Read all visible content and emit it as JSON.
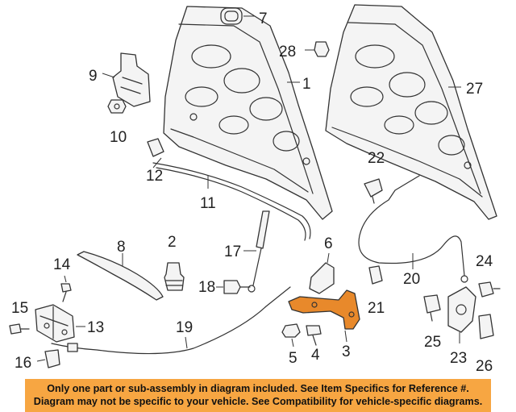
{
  "diagram": {
    "callouts": {
      "c1": "1",
      "c2": "2",
      "c3": "3",
      "c4": "4",
      "c5": "5",
      "c6": "6",
      "c7": "7",
      "c8": "8",
      "c9": "9",
      "c10": "10",
      "c11": "11",
      "c12": "12",
      "c13": "13",
      "c14": "14",
      "c15": "15",
      "c16": "16",
      "c17": "17",
      "c18": "18",
      "c19": "19",
      "c20": "20",
      "c21": "21",
      "c22": "22",
      "c23": "23",
      "c24": "24",
      "c25": "25",
      "c26": "26",
      "c27": "27",
      "c28": "28"
    },
    "highlighted_part": "3",
    "highlight_color": "#e8892b"
  },
  "disclaimer": {
    "line1": "Only one part or sub-assembly in diagram included. See Item Specifics for Reference #.",
    "line2": "Diagram may not be specific to your vehicle. See Compatibility for vehicle-specific diagrams.",
    "background_color": "#f7a642"
  }
}
